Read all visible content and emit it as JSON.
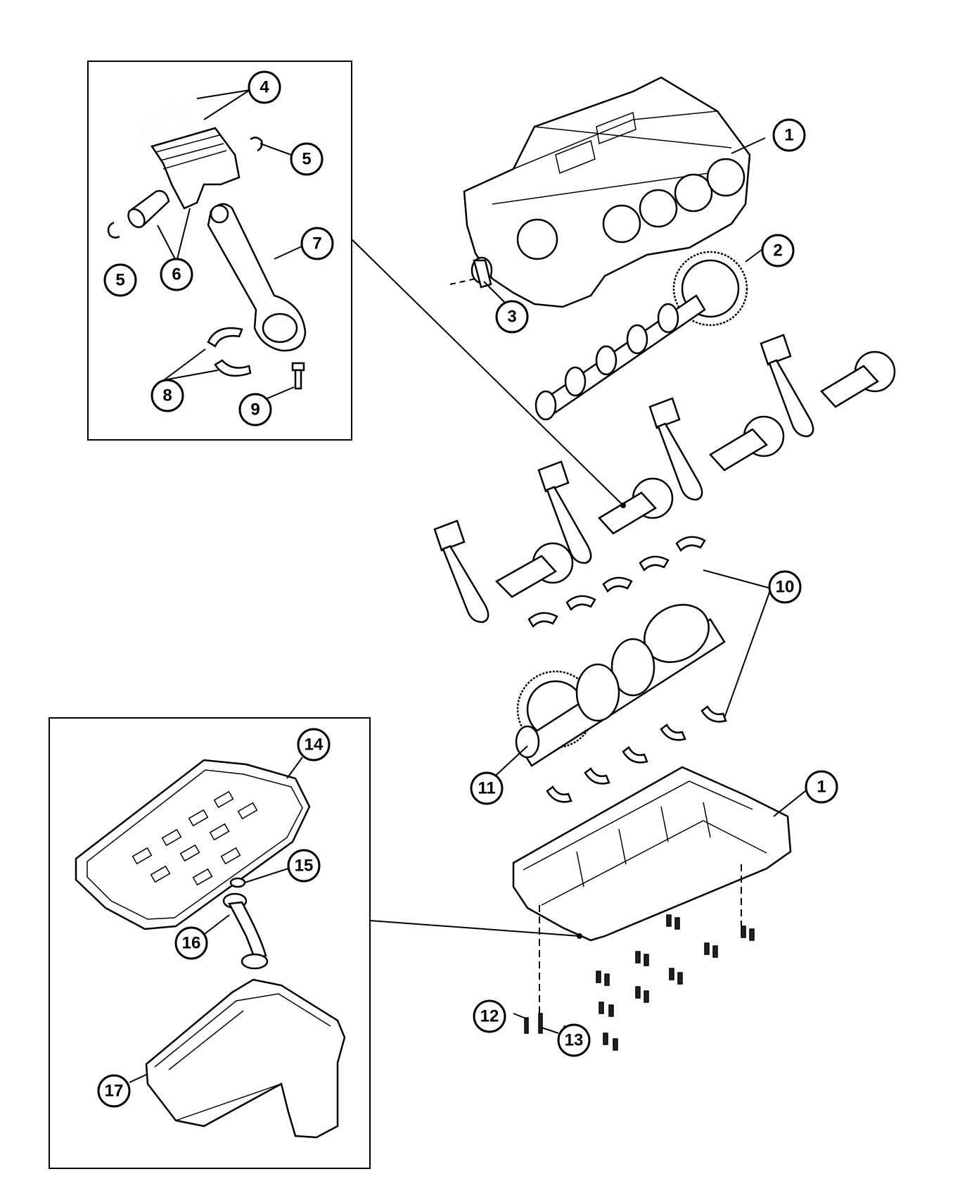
{
  "diagram": {
    "callouts": [
      {
        "id": "c1a",
        "label": "1"
      },
      {
        "id": "c1b",
        "label": "1"
      },
      {
        "id": "c2",
        "label": "2"
      },
      {
        "id": "c3",
        "label": "3"
      },
      {
        "id": "c4",
        "label": "4"
      },
      {
        "id": "c5a",
        "label": "5"
      },
      {
        "id": "c5b",
        "label": "5"
      },
      {
        "id": "c6",
        "label": "6"
      },
      {
        "id": "c7",
        "label": "7"
      },
      {
        "id": "c8",
        "label": "8"
      },
      {
        "id": "c9",
        "label": "9"
      },
      {
        "id": "c10",
        "label": "10"
      },
      {
        "id": "c11",
        "label": "11"
      },
      {
        "id": "c12",
        "label": "12"
      },
      {
        "id": "c13",
        "label": "13"
      },
      {
        "id": "c14",
        "label": "14"
      },
      {
        "id": "c15",
        "label": "15"
      },
      {
        "id": "c16",
        "label": "16"
      },
      {
        "id": "c17",
        "label": "17"
      }
    ]
  }
}
